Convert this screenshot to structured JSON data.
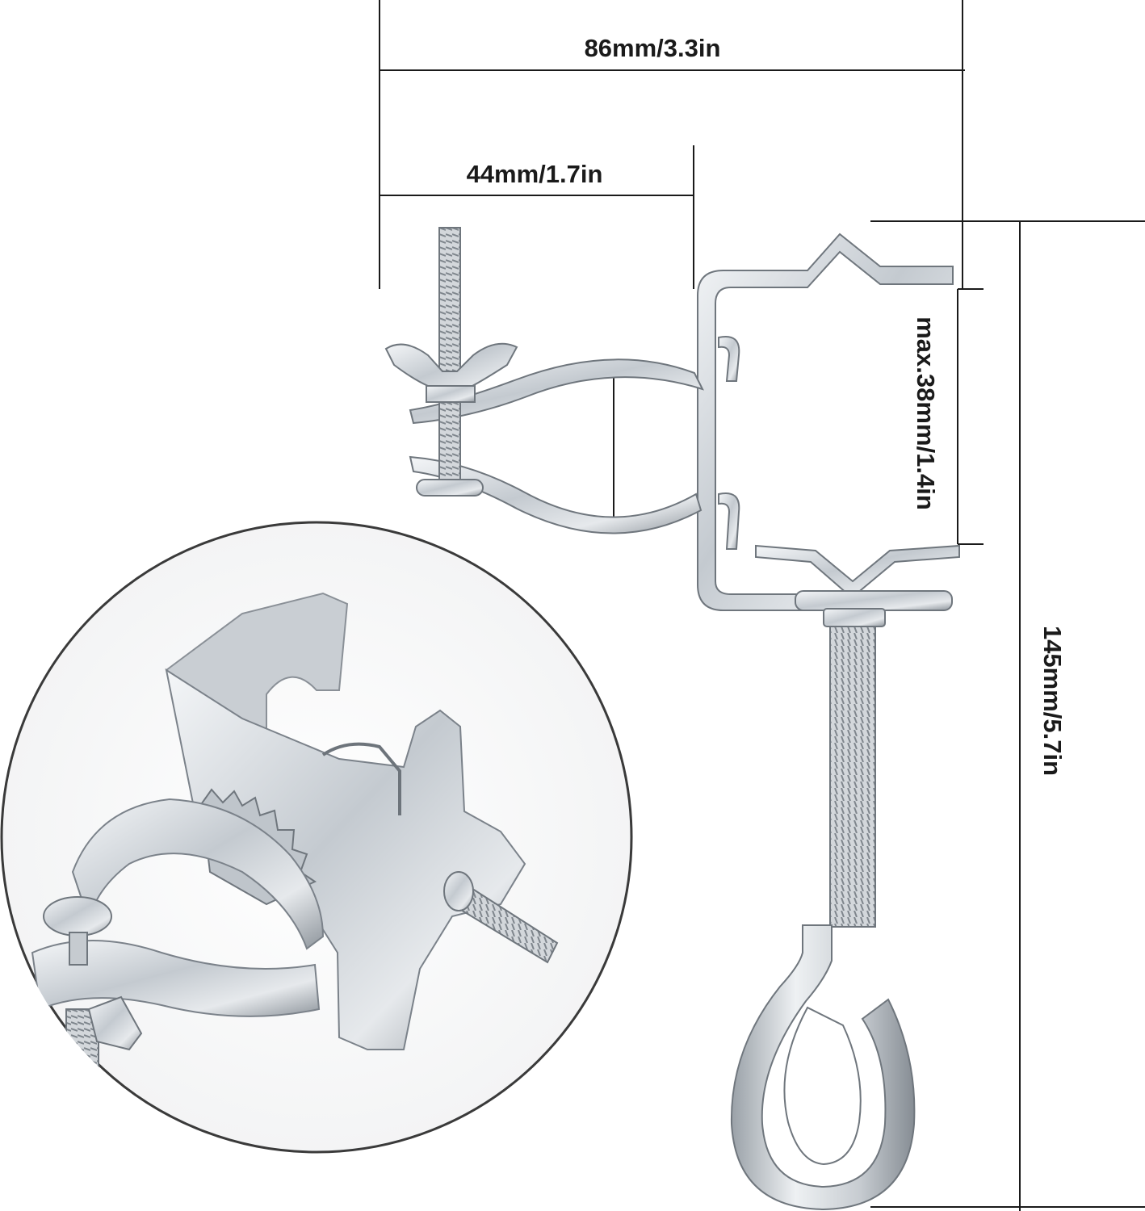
{
  "dimensions": {
    "width_total": "86mm/3.3in",
    "width_clamp": "44mm/1.7in",
    "opening_max": "max.38mm/1.4in",
    "height_total": "145mm/5.7in"
  },
  "colors": {
    "background": "#ffffff",
    "metal_light": "#e9ecef",
    "metal_mid": "#b8bec5",
    "metal_dark": "#7d858e",
    "line": "#1a1a1a"
  }
}
